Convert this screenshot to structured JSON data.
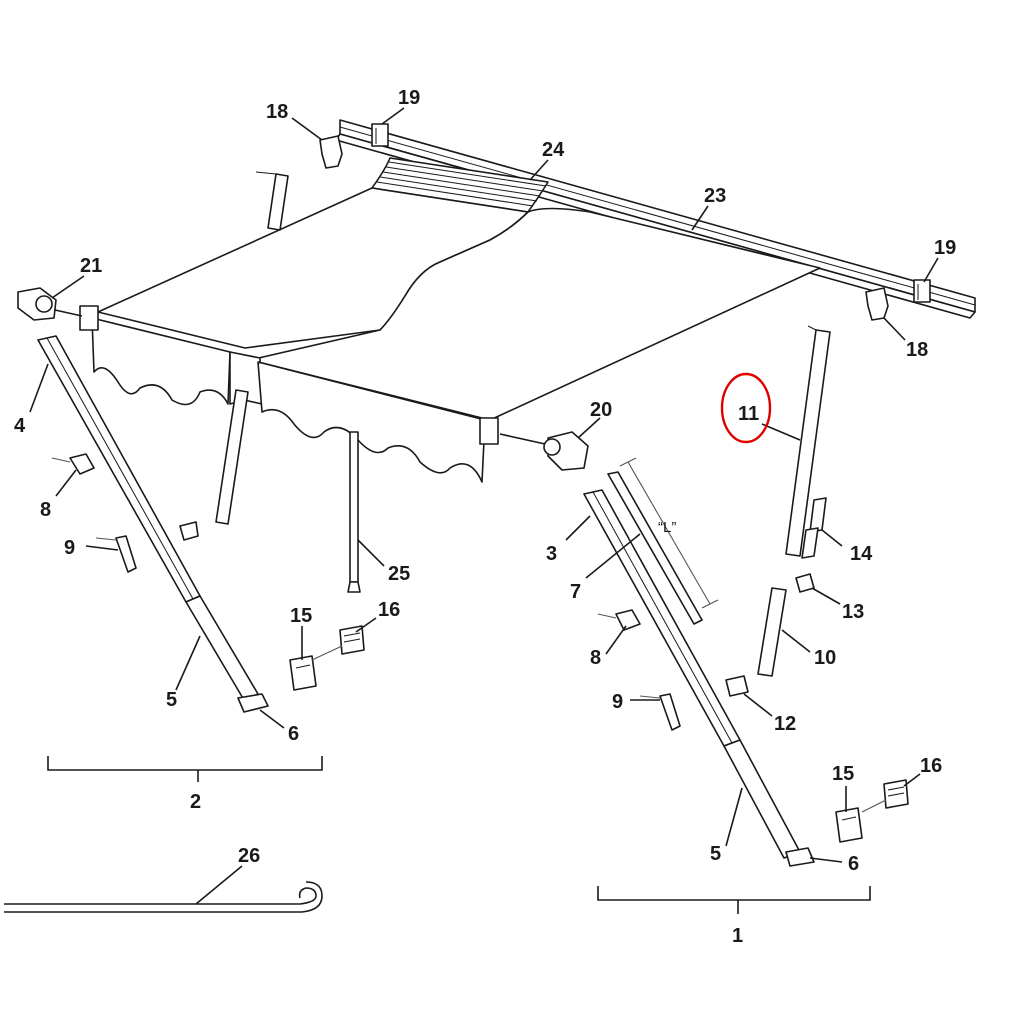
{
  "labels": {
    "p1": "1",
    "p2": "2",
    "p3": "3",
    "p4": "4",
    "p5a": "5",
    "p5b": "5",
    "p6a": "6",
    "p6b": "6",
    "p7": "7",
    "p8a": "8",
    "p8b": "8",
    "p9a": "9",
    "p9b": "9",
    "p10": "10",
    "p11": "11",
    "p12": "12",
    "p13": "13",
    "p14": "14",
    "p15a": "15",
    "p15b": "15",
    "p16a": "16",
    "p16b": "16",
    "p18a": "18",
    "p18b": "18",
    "p19a": "19",
    "p19b": "19",
    "p20": "20",
    "p21": "21",
    "p23": "23",
    "p24": "24",
    "p25": "25",
    "p26": "26"
  },
  "dimension_label": "“L”",
  "highlight_color": "#e00000"
}
